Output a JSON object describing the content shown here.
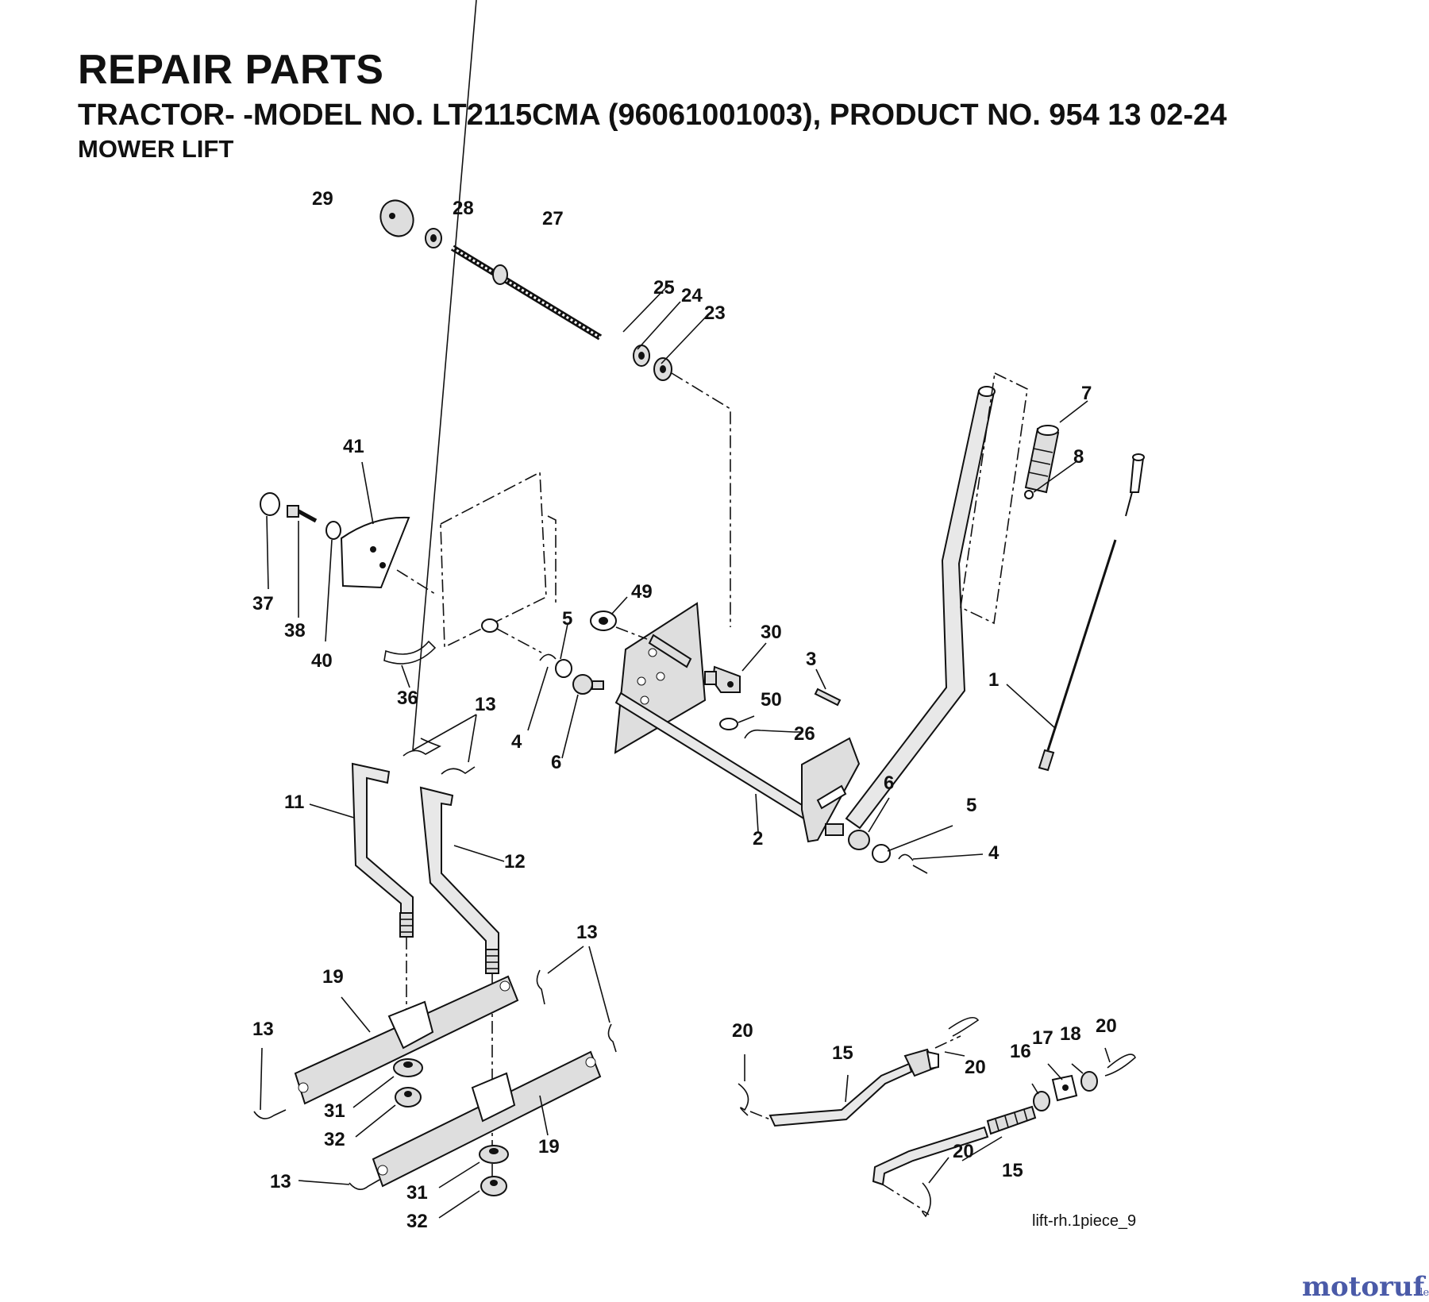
{
  "header": {
    "title": "REPAIR PARTS",
    "subtitle": "TRACTOR- -MODEL NO. LT2115CMA (96061001003), PRODUCT NO. 954 13 02-24",
    "section": "MOWER LIFT"
  },
  "figure_code": "lift-rh.1piece_9",
  "watermark": "motoruf.de",
  "callouts": [
    "29",
    "28",
    "27",
    "25",
    "24",
    "23",
    "7",
    "8",
    "41",
    "37",
    "38",
    "40",
    "49",
    "5",
    "30",
    "3",
    "36",
    "4",
    "6",
    "50",
    "26",
    "13",
    "1",
    "11",
    "12",
    "2",
    "6",
    "5",
    "4",
    "13",
    "19",
    "13",
    "31",
    "32",
    "19",
    "13",
    "31",
    "32",
    "20",
    "15",
    "20",
    "16",
    "17",
    "18",
    "20",
    "20",
    "15"
  ]
}
